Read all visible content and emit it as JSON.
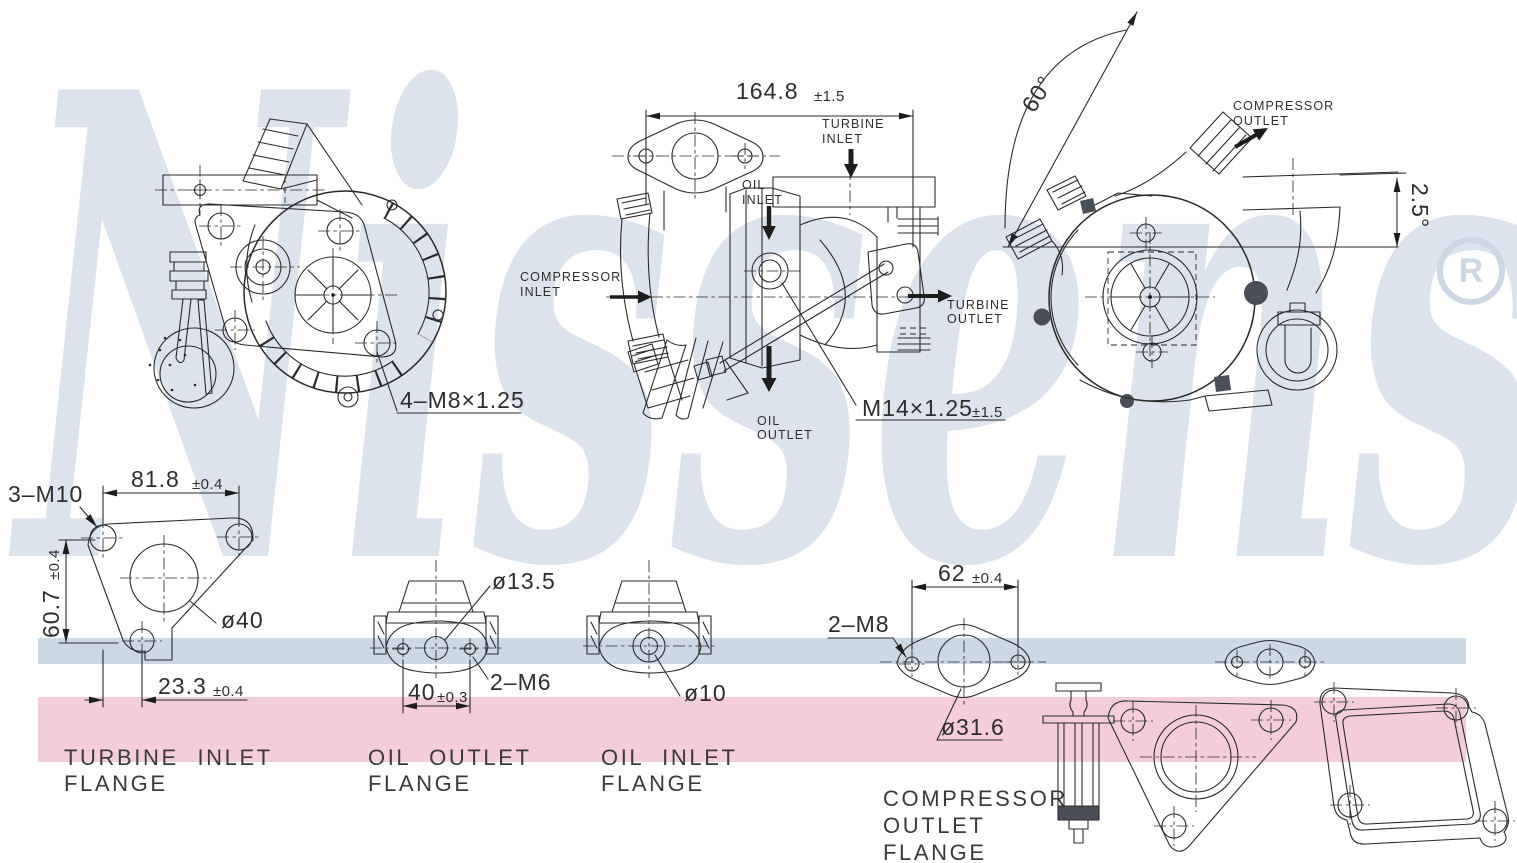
{
  "colors": {
    "line": "#2a2a2a",
    "watermark": "#dce3ec",
    "band_blue": "#ccd8e4",
    "band_pink": "#f3ced8",
    "bolt_fill": "#4a4e57"
  },
  "watermark": {
    "text": "Nissens",
    "registered": "R"
  },
  "front_view": {
    "bolt_note": "4–M8×1.25"
  },
  "side_view": {
    "dim_length": {
      "value": "164.8",
      "tol": "±1.5"
    },
    "thread_note": {
      "value": "M14×1.25",
      "tol": "±1.5"
    },
    "labels": {
      "turbine_inlet": [
        "TURBINE",
        "INLET"
      ],
      "oil_inlet": [
        "OIL",
        "INLET"
      ],
      "compressor_inlet": [
        "COMPRESSOR",
        "INLET"
      ],
      "turbine_outlet": [
        "TURBINE",
        "OUTLET"
      ],
      "oil_outlet": [
        "OIL",
        "OUTLET"
      ]
    }
  },
  "rear_view": {
    "angle_top": "60°",
    "angle_side": "2.5°",
    "labels": {
      "compressor_outlet": [
        "COMPRESSOR",
        "OUTLET"
      ]
    }
  },
  "flanges": {
    "turbine_inlet": {
      "title": [
        "TURBINE INLET",
        "FLANGE"
      ],
      "bolt_note": "3–M10",
      "dim_width": {
        "value": "81.8",
        "tol": "±0.4"
      },
      "dim_height": {
        "value": "60.7",
        "tol": "±0.4"
      },
      "dim_offset": {
        "value": "23.3",
        "tol": "±0.4"
      },
      "bore": "ø40"
    },
    "oil_outlet": {
      "title": [
        "OIL OUTLET",
        "FLANGE"
      ],
      "bore": "ø13.5",
      "bolt_note": "2–M6",
      "dim_spacing": {
        "value": "40",
        "tol": "±0.3"
      }
    },
    "oil_inlet": {
      "title": [
        "OIL INLET",
        "FLANGE"
      ],
      "bore": "ø10"
    },
    "compressor_outlet": {
      "title": [
        "COMPRESSOR",
        "OUTLET",
        "FLANGE"
      ],
      "dim_spacing": {
        "value": "62",
        "tol": "±0.4"
      },
      "bolt_note": "2–M8",
      "bore": "ø31.6"
    }
  }
}
